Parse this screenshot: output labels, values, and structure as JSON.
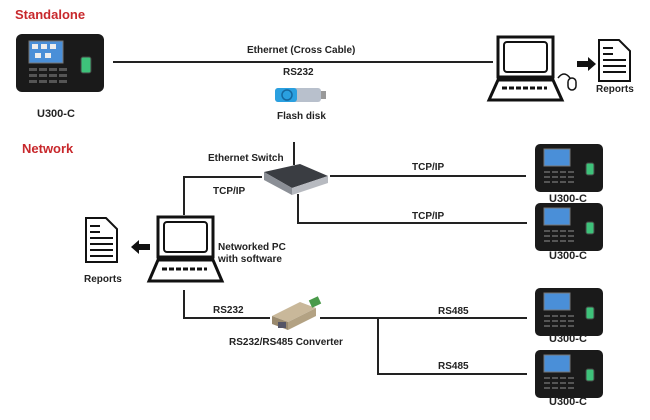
{
  "sections": {
    "standalone": "Standalone",
    "network": "Network"
  },
  "standalone": {
    "device_label": "U300-C",
    "ethernet_label": "Ethernet  (Cross Cable)",
    "rs232_label": "RS232",
    "flash_label": "Flash disk",
    "reports_label": "Reports"
  },
  "network": {
    "switch_label": "Ethernet Switch",
    "tcpip_pc_label": "TCP/IP",
    "tcpip_dev1_label": "TCP/IP",
    "tcpip_dev2_label": "TCP/IP",
    "pc_label_line1": "Networked PC",
    "pc_label_line2": "with software",
    "reports_label": "Reports",
    "rs232_label": "RS232",
    "converter_label": "RS232/RS485 Converter",
    "rs485_dev3_label": "RS485",
    "rs485_dev4_label": "RS485",
    "devices": [
      "U300-C",
      "U300-C",
      "U300-C",
      "U300-C"
    ]
  },
  "colors": {
    "section_title": "#c8282c",
    "line": "#222222",
    "device_body": "#1a1a1a",
    "screen": "#4a8fd8",
    "fingerprint": "#3ec27a",
    "flash_blue": "#2aa0e0"
  }
}
